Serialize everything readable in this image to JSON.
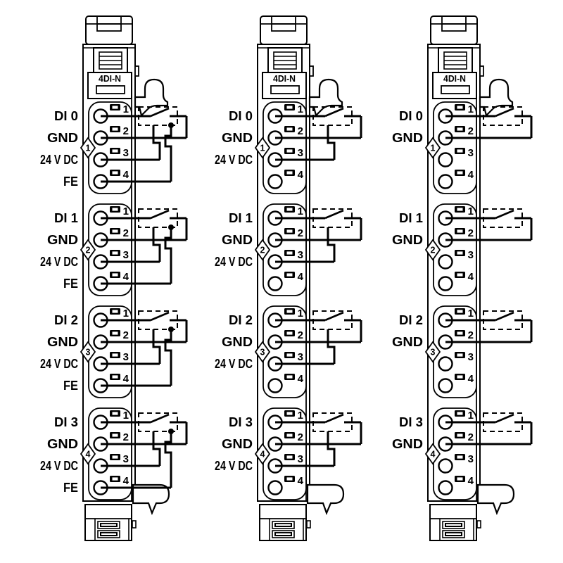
{
  "module": {
    "label": "4DI-N",
    "terminal_numbers": [
      "1",
      "2",
      "3",
      "4"
    ]
  },
  "colors": {
    "ink": "#000000",
    "paper": "#ffffff"
  },
  "columns": [
    {
      "connection": "4-wire-with-fe",
      "groups": [
        {
          "marker": "1",
          "labels": [
            "DI 0",
            "GND",
            "24 V DC",
            "FE"
          ]
        },
        {
          "marker": "2",
          "labels": [
            "DI 1",
            "GND",
            "24 V DC",
            "FE"
          ]
        },
        {
          "marker": "3",
          "labels": [
            "DI 2",
            "GND",
            "24 V DC",
            "FE"
          ]
        },
        {
          "marker": "4",
          "labels": [
            "DI 3",
            "GND",
            "24 V DC",
            "FE"
          ]
        }
      ]
    },
    {
      "connection": "3-wire",
      "groups": [
        {
          "marker": "1",
          "labels": [
            "DI 0",
            "GND",
            "24 V DC",
            ""
          ]
        },
        {
          "marker": "2",
          "labels": [
            "DI 1",
            "GND",
            "24 V DC",
            ""
          ]
        },
        {
          "marker": "3",
          "labels": [
            "DI 2",
            "GND",
            "24 V DC",
            ""
          ]
        },
        {
          "marker": "4",
          "labels": [
            "DI 3",
            "GND",
            "24 V DC",
            ""
          ]
        }
      ]
    },
    {
      "connection": "2-wire",
      "groups": [
        {
          "marker": "1",
          "labels": [
            "DI 0",
            "GND",
            "",
            ""
          ]
        },
        {
          "marker": "2",
          "labels": [
            "DI 1",
            "GND",
            "",
            ""
          ]
        },
        {
          "marker": "3",
          "labels": [
            "DI 2",
            "GND",
            "",
            ""
          ]
        },
        {
          "marker": "4",
          "labels": [
            "DI 3",
            "GND",
            "",
            ""
          ]
        }
      ]
    }
  ]
}
